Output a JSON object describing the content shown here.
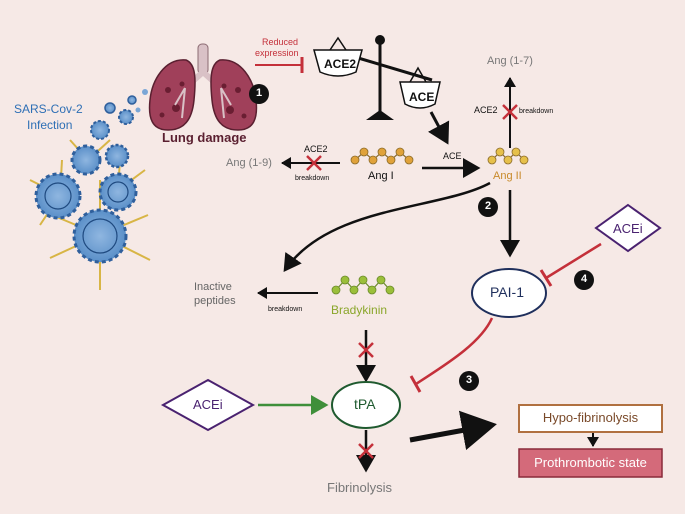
{
  "virus": {
    "label_line1": "SARS-Cov-2",
    "label_line2": "Infection"
  },
  "lung": {
    "label": "Lung damage"
  },
  "reduced": {
    "line1": "Reduced",
    "line2": "expression"
  },
  "scale": {
    "left": "ACE2",
    "right": "ACE"
  },
  "nodes": {
    "ang17": "Ang (1-7)",
    "ang19": "Ang (1-9)",
    "angI": "Ang I",
    "angII": "Ang II",
    "bradykinin": "Bradykinin",
    "inactive_line1": "Inactive",
    "inactive_line2": "peptides",
    "fibrinolysis": "Fibrinolysis"
  },
  "edges": {
    "ace2_top": "ACE2",
    "breakdown_top": "breakdown",
    "ace2_left": "ACE2",
    "breakdown_left": "breakdown",
    "ace_mid": "ACE",
    "breakdown_bk": "breakdown"
  },
  "boxes": {
    "acei_top": "ACEi",
    "acei_left": "ACEi",
    "pai1": "PAI-1",
    "tpa": "tPA",
    "hypo": "Hypo-fibrinolysis",
    "prothrombotic": "Prothrombotic state"
  },
  "steps": [
    "1",
    "2",
    "3",
    "4"
  ],
  "colors": {
    "background": "#f6e9e6",
    "virus_blue": "#3f79b9",
    "lung_red": "#a0405a",
    "peptide_orange": "#e0a23a",
    "bradykinin_green": "#9bbf3a",
    "inhibit_red": "#c4303a",
    "ellipse_navy": "#1f2f5c",
    "diamond_purple": "#4a2270",
    "activate_green": "#3f8f3a",
    "hypo_border": "#b07040",
    "prothrombotic_fill": "#d46a7a"
  }
}
